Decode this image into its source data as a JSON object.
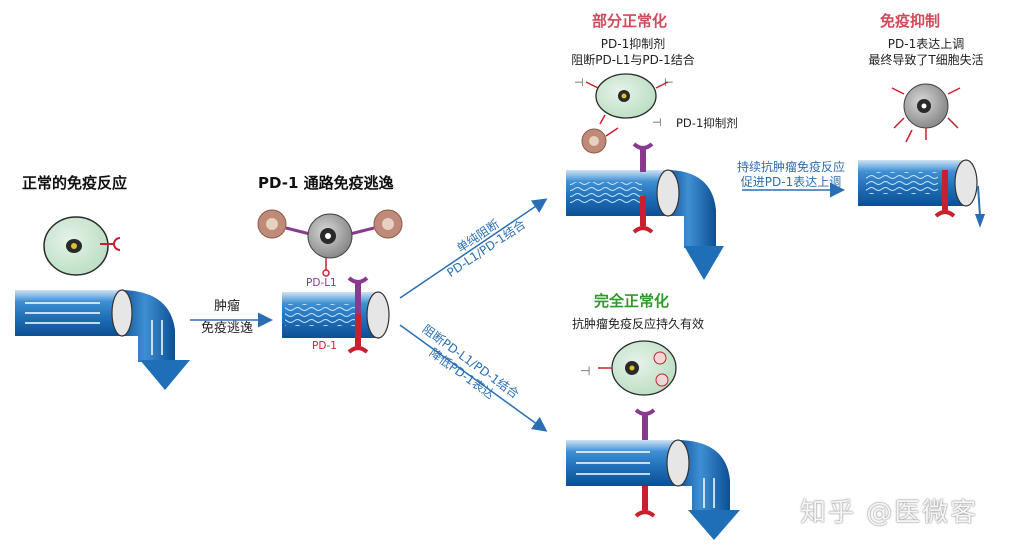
{
  "stages": {
    "normal": {
      "title": "正常的免疫反应"
    },
    "escape": {
      "title": "PD-1 通路免疫逃逸",
      "pdl1_label": "PD-L1",
      "pd1_label": "PD-1"
    },
    "partial": {
      "title": "部分正常化",
      "subtitle_line1": "PD-1抑制剂",
      "subtitle_line2": "阻断PD-L1与PD-1结合",
      "inhibitor_label": "PD-1抑制剂"
    },
    "suppressed": {
      "title": "免疫抑制",
      "subtitle_line1": "PD-1表达上调",
      "subtitle_line2": "最终导致了T细胞失活"
    },
    "complete": {
      "title": "完全正常化",
      "subtitle": "抗肿瘤免疫反应持久有效"
    }
  },
  "arrows": {
    "tumor_escape": {
      "line1": "肿瘤",
      "line2": "免疫逃逸"
    },
    "to_partial": {
      "line1": "单纯阻断",
      "line2": "PD-L1/PD-1结合"
    },
    "to_complete": {
      "line1": "阻断PD-L1/PD-1结合",
      "line2": "降低PD-1表达"
    },
    "to_suppressed": {
      "line1": "持续抗肿瘤免疫反应",
      "line2": "促进PD-1表达上调"
    }
  },
  "watermark": "知乎 @医微客",
  "colors": {
    "title_red": "#d24a5b",
    "title_green": "#2e9a2a",
    "pipe_blue": "#1f6fb8",
    "pd1_red": "#c8202f",
    "pdl1_purple": "#8a3a8e",
    "arrow_blue": "#2a6fb4",
    "cell_green": "#cfe8d3"
  }
}
